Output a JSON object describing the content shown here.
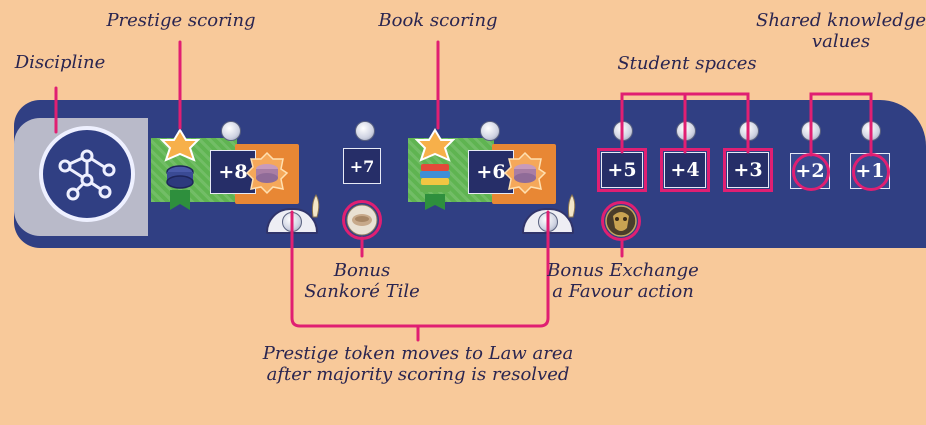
{
  "labels": {
    "discipline": "Discipline",
    "prestige_scoring": "Prestige scoring",
    "book_scoring": "Book scoring",
    "shared_knowledge": [
      "Shared knowledge",
      "values"
    ],
    "student_spaces": "Student spaces",
    "bonus_sankore": [
      "Bonus",
      "Sankoré Tile"
    ],
    "bonus_exchange": [
      "Bonus Exchange",
      "a Favour action"
    ],
    "prestige_moves": [
      "Prestige token moves to Law area",
      "after majority scoring is resolved"
    ]
  },
  "track": {
    "spaces": [
      "+8",
      "+7",
      "+6",
      "+5",
      "+4",
      "+3",
      "+2",
      "+1"
    ]
  },
  "colors": {
    "background": "#f8c99a",
    "track": "#303f83",
    "highlight": "#e01f72",
    "green": "#5fb451",
    "orange": "#e88734",
    "label_text": "#2a2550"
  },
  "icons": [
    "discipline-network-icon",
    "prestige-token-icon",
    "book-stack-icon",
    "sankore-tile-icon",
    "favour-mask-icon",
    "coin-icon",
    "pedestal-icon"
  ]
}
